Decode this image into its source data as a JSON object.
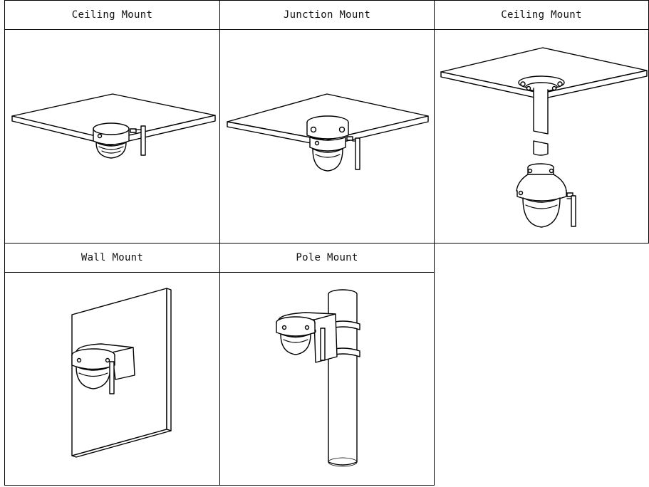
{
  "panels": [
    {
      "id": "ceiling-1",
      "title": "Ceiling Mount"
    },
    {
      "id": "junction",
      "title": "Junction Mount"
    },
    {
      "id": "ceiling-2",
      "title": "Ceiling Mount"
    },
    {
      "id": "wall",
      "title": "Wall Mount"
    },
    {
      "id": "pole",
      "title": "Pole Mount"
    }
  ]
}
